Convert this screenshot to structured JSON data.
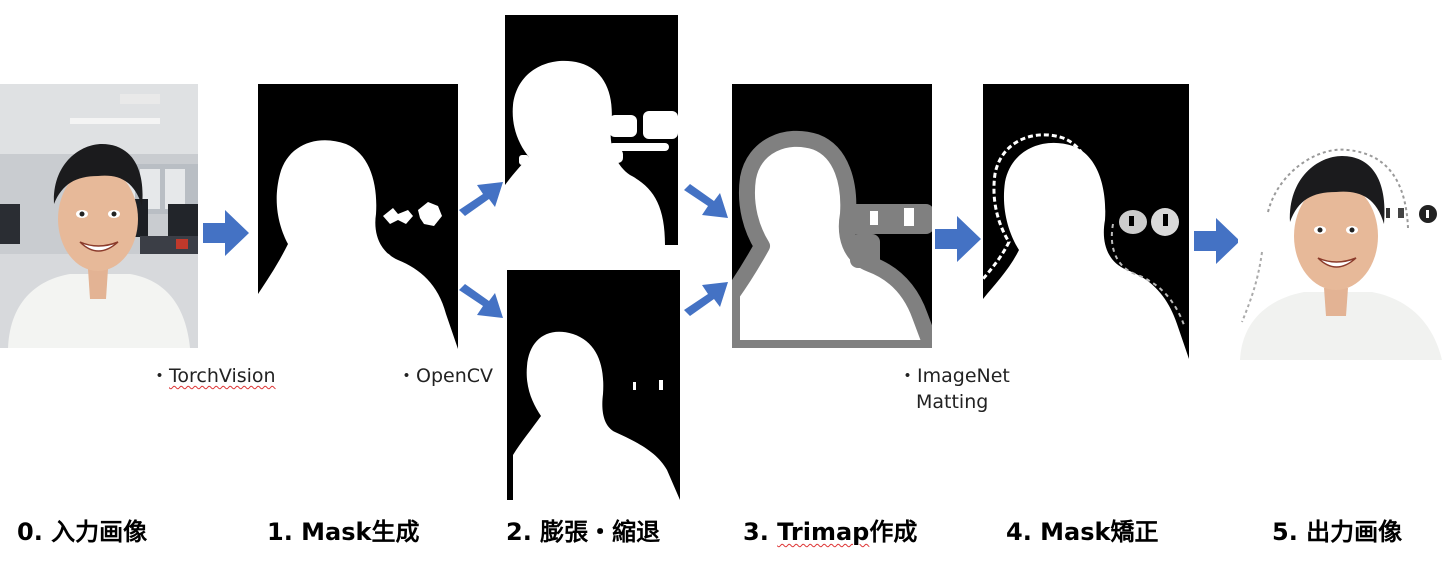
{
  "notes": {
    "torchvision": {
      "prefix": "・",
      "text": "TorchVision"
    },
    "opencv": {
      "prefix": "・",
      "text": "OpenCV"
    },
    "imagenet": {
      "prefix": "・",
      "line1": "ImageNet",
      "line2": "Matting"
    }
  },
  "captions": {
    "step0": "0. 入力画像",
    "step1": "1. Mask生成",
    "step2": "2. 膨張・縮退",
    "step3_num": "3. ",
    "step3_word": "Trimap",
    "step3_suffix": "作成",
    "step4": "4. Mask矯正",
    "step5": "5. 出力画像"
  },
  "colors": {
    "arrow": "#4472C4",
    "mask_bg": "#000000",
    "mask_fg": "#ffffff",
    "trimap_unknown": "#808080"
  }
}
